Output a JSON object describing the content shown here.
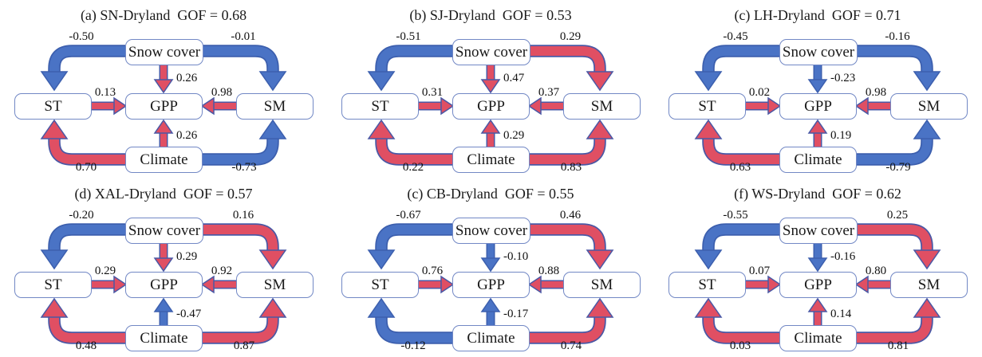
{
  "panels": [
    {
      "title": "(a) SN-Dryland  GOF = 0.68",
      "boxes": {
        "top": "Snow cover",
        "left": "ST",
        "center": "GPP",
        "right": "SM",
        "bottom": "Climate"
      },
      "edges": {
        "snow_st": {
          "value": "-0.50",
          "sign": "negative",
          "fill": "#4a73c5",
          "outline": "#3c5fae"
        },
        "snow_gpp": {
          "value": "0.26",
          "sign": "positive",
          "fill": "#e04f63",
          "outline": "#4a58a5"
        },
        "snow_sm": {
          "value": "-0.01",
          "sign": "negative",
          "fill": "#4a73c5",
          "outline": "#3c5fae"
        },
        "st_gpp": {
          "value": "0.13",
          "sign": "positive",
          "fill": "#e04f63",
          "outline": "#4a58a5"
        },
        "sm_gpp": {
          "value": "0.98",
          "sign": "positive",
          "fill": "#e04f63",
          "outline": "#4a58a5"
        },
        "climate_gpp": {
          "value": "0.26",
          "sign": "positive",
          "fill": "#e04f63",
          "outline": "#4a58a5"
        },
        "climate_st": {
          "value": "0.70",
          "sign": "positive",
          "fill": "#e04f63",
          "outline": "#4a58a5"
        },
        "climate_sm": {
          "value": "-0.73",
          "sign": "negative",
          "fill": "#4a73c5",
          "outline": "#3c5fae"
        }
      }
    },
    {
      "title": "(b) SJ-Dryland  GOF = 0.53",
      "boxes": {
        "top": "Snow cover",
        "left": "ST",
        "center": "GPP",
        "right": "SM",
        "bottom": "Climate"
      },
      "edges": {
        "snow_st": {
          "value": "-0.51",
          "sign": "negative",
          "fill": "#4a73c5",
          "outline": "#3c5fae"
        },
        "snow_gpp": {
          "value": "0.47",
          "sign": "positive",
          "fill": "#e04f63",
          "outline": "#4a58a5"
        },
        "snow_sm": {
          "value": "0.29",
          "sign": "positive",
          "fill": "#e04f63",
          "outline": "#4a58a5"
        },
        "st_gpp": {
          "value": "0.31",
          "sign": "positive",
          "fill": "#e04f63",
          "outline": "#4a58a5"
        },
        "sm_gpp": {
          "value": "0.37",
          "sign": "positive",
          "fill": "#e04f63",
          "outline": "#4a58a5"
        },
        "climate_gpp": {
          "value": "0.29",
          "sign": "positive",
          "fill": "#e04f63",
          "outline": "#4a58a5"
        },
        "climate_st": {
          "value": "0.22",
          "sign": "positive",
          "fill": "#e04f63",
          "outline": "#4a58a5"
        },
        "climate_sm": {
          "value": "0.83",
          "sign": "positive",
          "fill": "#e04f63",
          "outline": "#4a58a5"
        }
      }
    },
    {
      "title": "(c) LH-Dryland  GOF = 0.71",
      "boxes": {
        "top": "Snow cover",
        "left": "ST",
        "center": "GPP",
        "right": "SM",
        "bottom": "Climate"
      },
      "edges": {
        "snow_st": {
          "value": "-0.45",
          "sign": "negative",
          "fill": "#4a73c5",
          "outline": "#3c5fae"
        },
        "snow_gpp": {
          "value": "-0.23",
          "sign": "negative",
          "fill": "#4a73c5",
          "outline": "#3c5fae"
        },
        "snow_sm": {
          "value": "-0.16",
          "sign": "negative",
          "fill": "#4a73c5",
          "outline": "#3c5fae"
        },
        "st_gpp": {
          "value": "0.02",
          "sign": "positive",
          "fill": "#e04f63",
          "outline": "#4a58a5"
        },
        "sm_gpp": {
          "value": "0.98",
          "sign": "positive",
          "fill": "#e04f63",
          "outline": "#4a58a5"
        },
        "climate_gpp": {
          "value": "0.19",
          "sign": "positive",
          "fill": "#e04f63",
          "outline": "#4a58a5"
        },
        "climate_st": {
          "value": "0.63",
          "sign": "positive",
          "fill": "#e04f63",
          "outline": "#4a58a5"
        },
        "climate_sm": {
          "value": "-0.79",
          "sign": "negative",
          "fill": "#4a73c5",
          "outline": "#3c5fae"
        }
      }
    },
    {
      "title": "(d) XAL-Dryland  GOF = 0.57",
      "boxes": {
        "top": "Snow cover",
        "left": "ST",
        "center": "GPP",
        "right": "SM",
        "bottom": "Climate"
      },
      "edges": {
        "snow_st": {
          "value": "-0.20",
          "sign": "negative",
          "fill": "#4a73c5",
          "outline": "#3c5fae"
        },
        "snow_gpp": {
          "value": "0.29",
          "sign": "positive",
          "fill": "#e04f63",
          "outline": "#4a58a5"
        },
        "snow_sm": {
          "value": "0.16",
          "sign": "positive",
          "fill": "#e04f63",
          "outline": "#4a58a5"
        },
        "st_gpp": {
          "value": "0.29",
          "sign": "positive",
          "fill": "#e04f63",
          "outline": "#4a58a5"
        },
        "sm_gpp": {
          "value": "0.92",
          "sign": "positive",
          "fill": "#e04f63",
          "outline": "#4a58a5"
        },
        "climate_gpp": {
          "value": "-0.47",
          "sign": "negative",
          "fill": "#4a73c5",
          "outline": "#3c5fae"
        },
        "climate_st": {
          "value": "0.48",
          "sign": "positive",
          "fill": "#e04f63",
          "outline": "#4a58a5"
        },
        "climate_sm": {
          "value": "0.87",
          "sign": "positive",
          "fill": "#e04f63",
          "outline": "#4a58a5"
        }
      }
    },
    {
      "title": "(c) CB-Dryland  GOF = 0.55",
      "boxes": {
        "top": "Snow cover",
        "left": "ST",
        "center": "GPP",
        "right": "SM",
        "bottom": "Climate"
      },
      "edges": {
        "snow_st": {
          "value": "-0.67",
          "sign": "negative",
          "fill": "#4a73c5",
          "outline": "#3c5fae"
        },
        "snow_gpp": {
          "value": "-0.10",
          "sign": "negative",
          "fill": "#4a73c5",
          "outline": "#3c5fae"
        },
        "snow_sm": {
          "value": "0.46",
          "sign": "positive",
          "fill": "#e04f63",
          "outline": "#4a58a5"
        },
        "st_gpp": {
          "value": "0.76",
          "sign": "positive",
          "fill": "#e04f63",
          "outline": "#4a58a5"
        },
        "sm_gpp": {
          "value": "0.88",
          "sign": "positive",
          "fill": "#e04f63",
          "outline": "#4a58a5"
        },
        "climate_gpp": {
          "value": "-0.17",
          "sign": "negative",
          "fill": "#4a73c5",
          "outline": "#3c5fae"
        },
        "climate_st": {
          "value": "-0.12",
          "sign": "negative",
          "fill": "#4a73c5",
          "outline": "#3c5fae"
        },
        "climate_sm": {
          "value": "0.74",
          "sign": "positive",
          "fill": "#e04f63",
          "outline": "#4a58a5"
        }
      }
    },
    {
      "title": "(f) WS-Dryland  GOF = 0.62",
      "boxes": {
        "top": "Snow cover",
        "left": "ST",
        "center": "GPP",
        "right": "SM",
        "bottom": "Climate"
      },
      "edges": {
        "snow_st": {
          "value": "-0.55",
          "sign": "negative",
          "fill": "#4a73c5",
          "outline": "#3c5fae"
        },
        "snow_gpp": {
          "value": "-0.16",
          "sign": "negative",
          "fill": "#4a73c5",
          "outline": "#3c5fae"
        },
        "snow_sm": {
          "value": "0.25",
          "sign": "positive",
          "fill": "#e04f63",
          "outline": "#4a58a5"
        },
        "st_gpp": {
          "value": "0.07",
          "sign": "positive",
          "fill": "#e04f63",
          "outline": "#4a58a5"
        },
        "sm_gpp": {
          "value": "0.80",
          "sign": "positive",
          "fill": "#e04f63",
          "outline": "#4a58a5"
        },
        "climate_gpp": {
          "value": "0.14",
          "sign": "positive",
          "fill": "#e04f63",
          "outline": "#4a58a5"
        },
        "climate_st": {
          "value": "0.03",
          "sign": "positive",
          "fill": "#e04f63",
          "outline": "#4a58a5"
        },
        "climate_sm": {
          "value": "0.81",
          "sign": "positive",
          "fill": "#e04f63",
          "outline": "#4a58a5"
        }
      }
    }
  ],
  "legend_colors": {
    "positive_path": "#e04f63",
    "negative_path": "#4a73c5",
    "box_border": "#7288c5"
  }
}
